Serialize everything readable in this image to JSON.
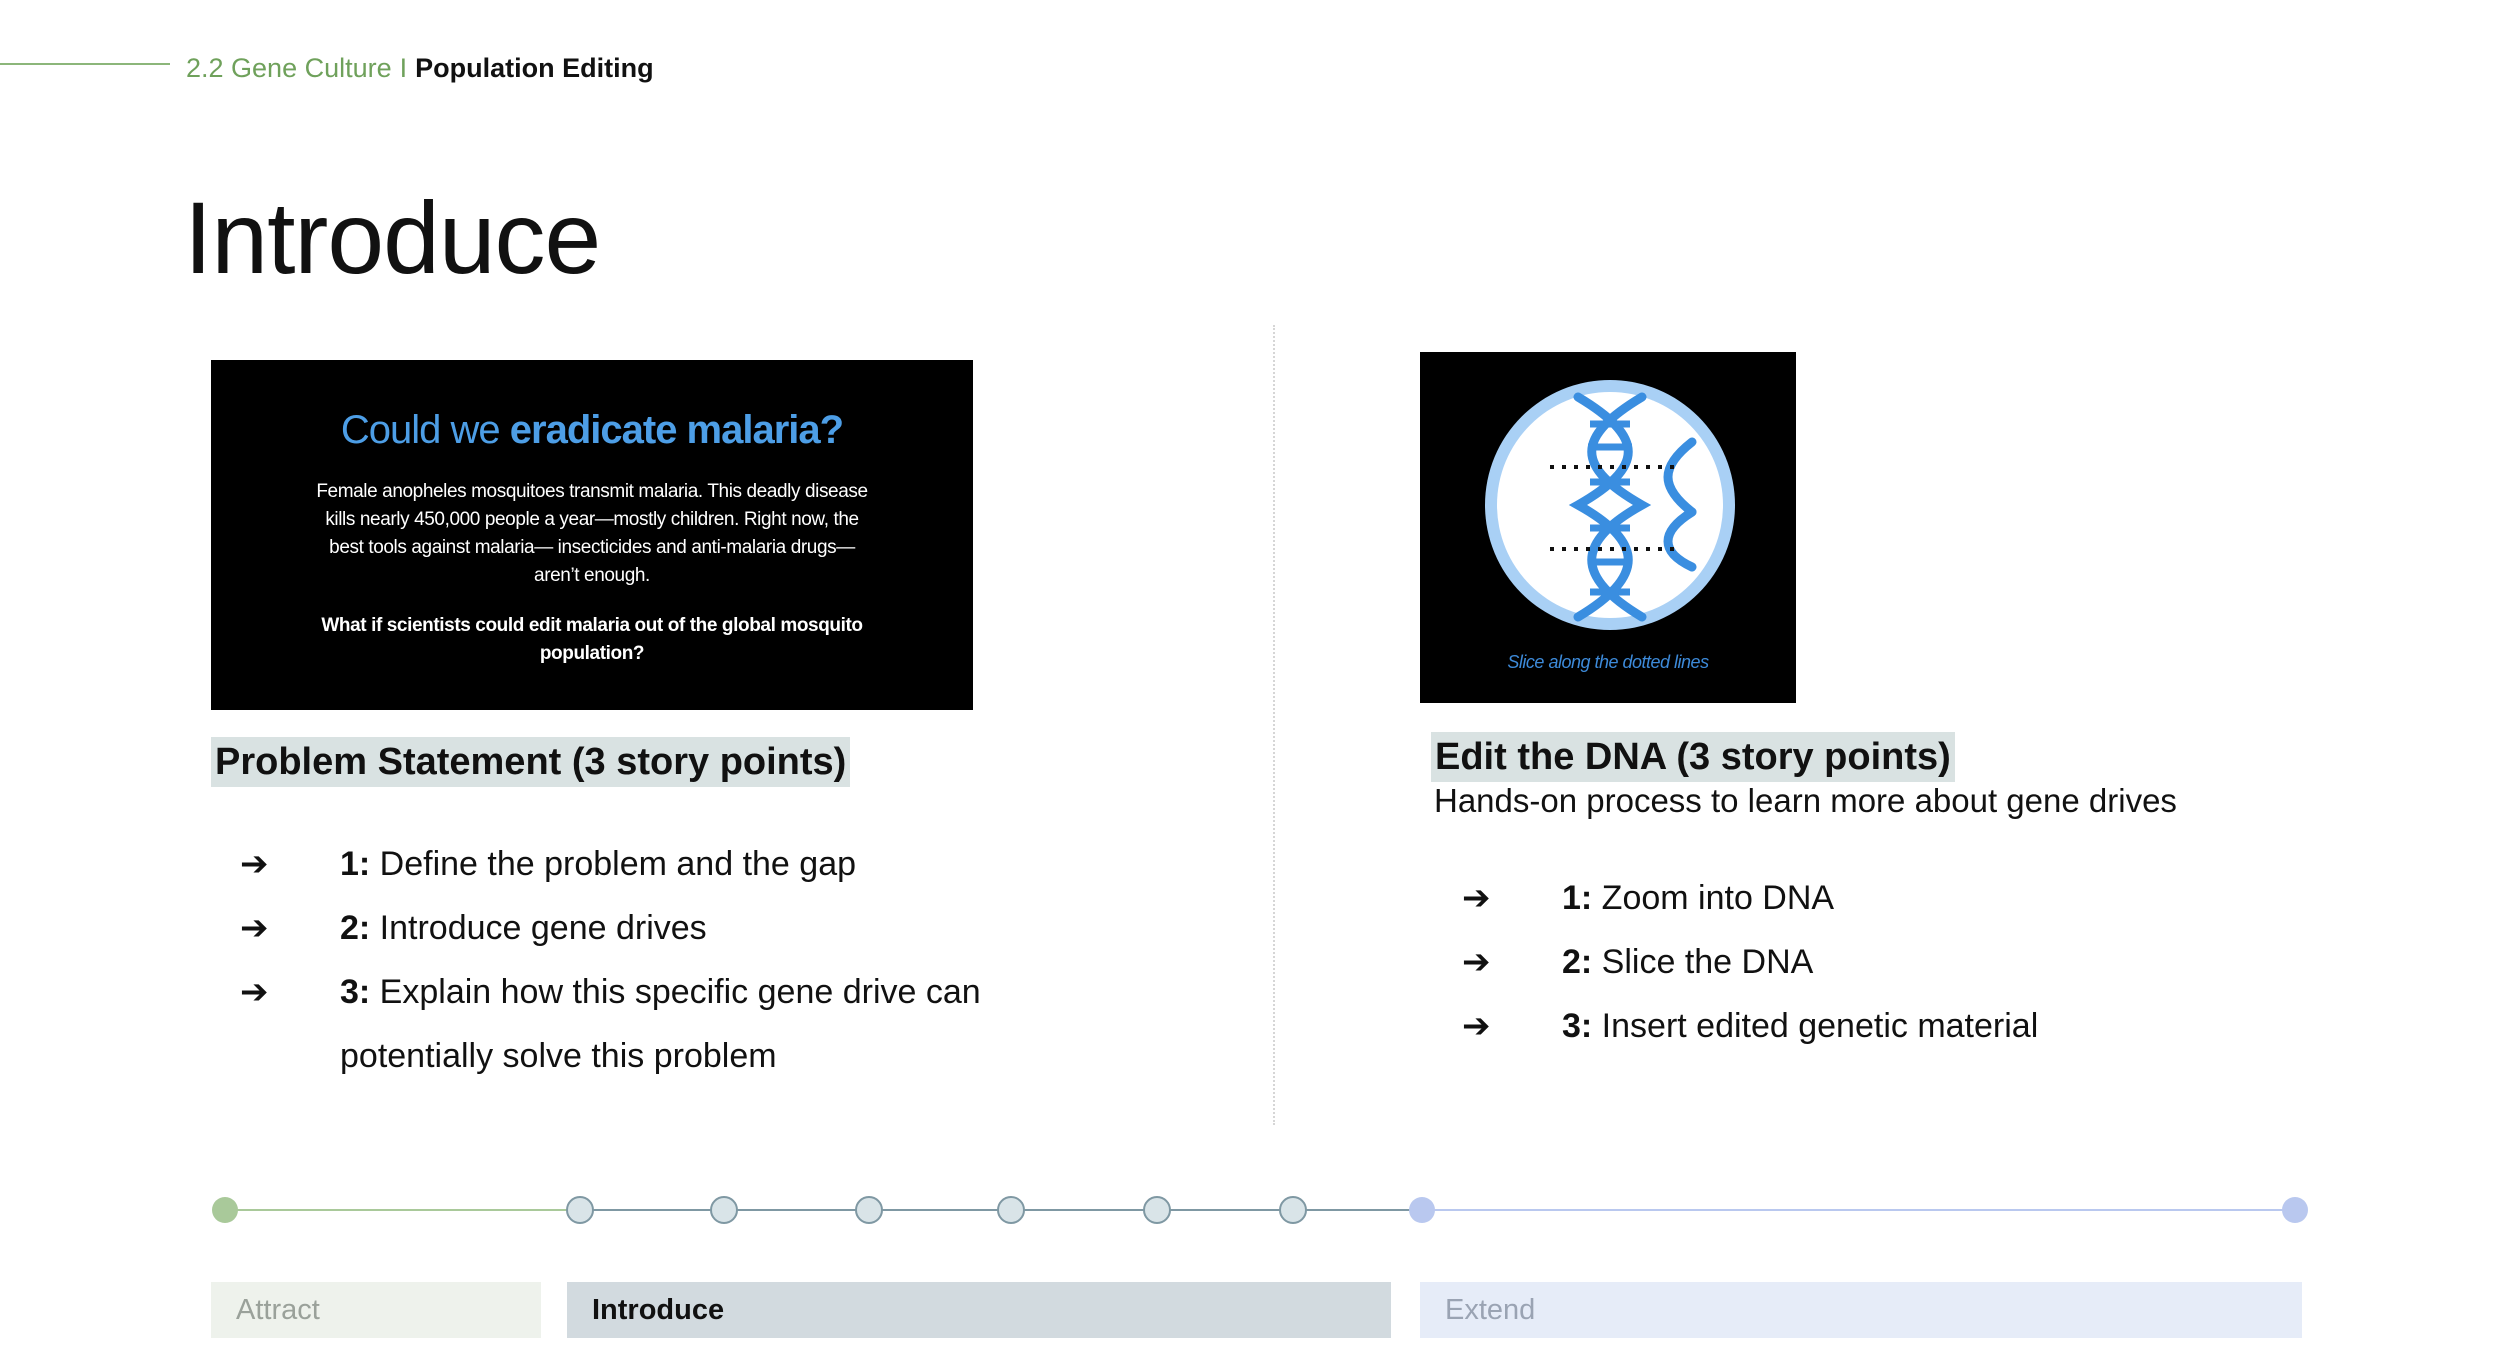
{
  "header": {
    "section": "2.2 Gene Culture",
    "separator": "I",
    "page": "Population Editing"
  },
  "title": "Introduce",
  "left_panel": {
    "image": {
      "title_regular": "Could we ",
      "title_bold": "eradicate malaria?",
      "body": "Female anopheles mosquitoes transmit malaria. This deadly disease kills nearly 450,000 people a year—mostly children. Right now, the best tools against malaria— insecticides and anti-malaria drugs— aren’t enough.",
      "question": "What if scientists could edit malaria out of the global mosquito population?"
    },
    "heading": "Problem Statement (3 story points)",
    "points": [
      {
        "arrow": "➔",
        "num": "1:",
        "text": " Define the problem and the gap"
      },
      {
        "arrow": "➔",
        "num": "2:",
        "text": " Introduce gene drives"
      },
      {
        "arrow": "➔",
        "num": "3:",
        "text": " Explain how this specific gene drive can potentially solve this problem"
      }
    ]
  },
  "right_panel": {
    "image": {
      "caption": "Slice along the dotted lines"
    },
    "heading": "Edit the DNA (3 story points)",
    "subheading": "Hands-on process to learn more about gene drives",
    "points": [
      {
        "arrow": "➔",
        "num": "1:",
        "text": " Zoom into DNA"
      },
      {
        "arrow": "➔",
        "num": "2:",
        "text": " Slice the DNA"
      },
      {
        "arrow": "➔",
        "num": "3:",
        "text": " Insert edited genetic material"
      }
    ]
  },
  "timeline": {
    "colors": {
      "attract": "#a9c99a",
      "introduce": "#7f98a3",
      "extend": "#b9c8ef"
    },
    "phases": [
      {
        "label": "Attract",
        "state": "inactive"
      },
      {
        "label": "Introduce",
        "state": "active"
      },
      {
        "label": "Extend",
        "state": "inactive"
      }
    ]
  }
}
